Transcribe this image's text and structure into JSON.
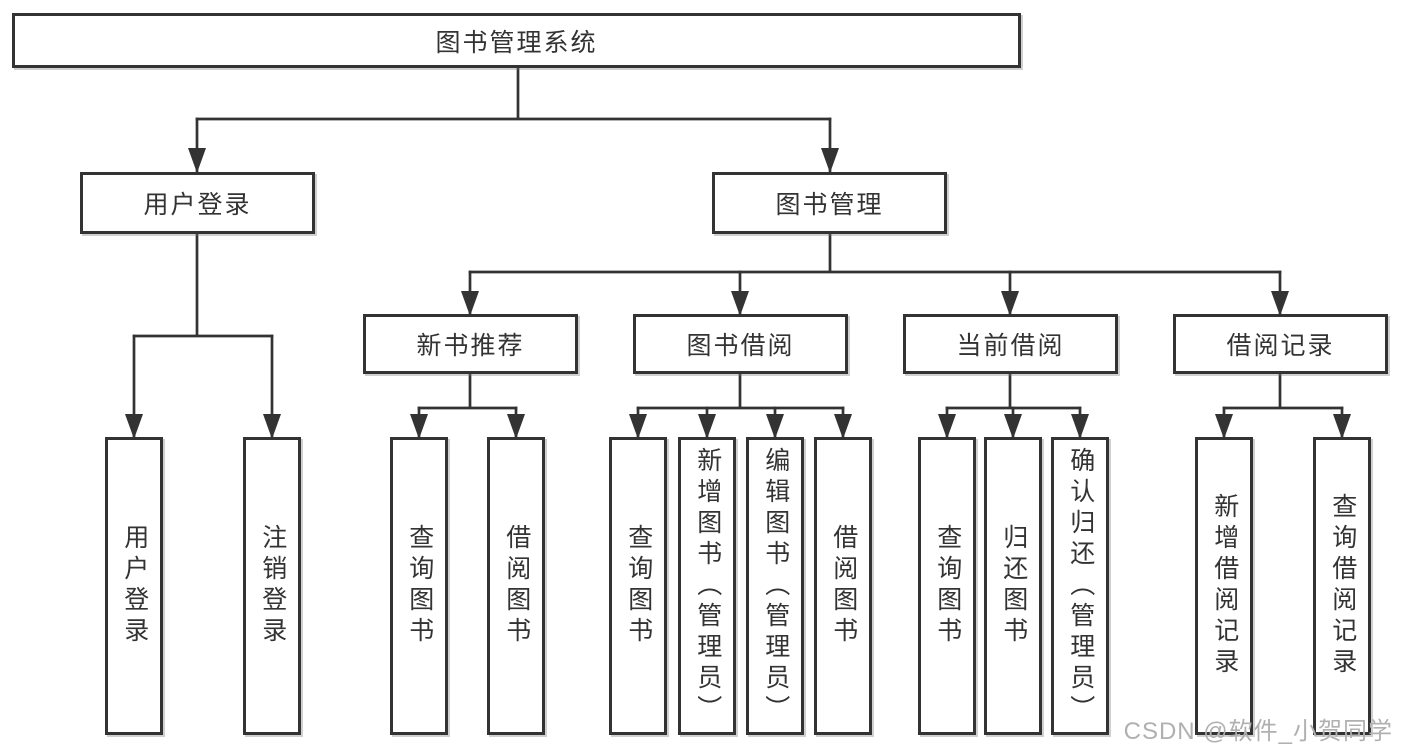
{
  "diagram": {
    "type": "tree",
    "colors": {
      "line": "#333333",
      "border": "#333333",
      "text": "#333333",
      "watermark": "#b0b0b0",
      "background": "#ffffff"
    },
    "watermark": "CSDN @软件_小贺同学",
    "nodes": {
      "root": "图书管理系统",
      "user_login": "用户登录",
      "book_mgmt": "图书管理",
      "new_book": "新书推荐",
      "book_borrow": "图书借阅",
      "current_borrow": "当前借阅",
      "borrow_record": "借阅记录",
      "leaf_user_login": "用户登录",
      "leaf_logout": "注销登录",
      "leaf_nb_query": "查询图书",
      "leaf_nb_borrow": "借阅图书",
      "leaf_bb_query": "查询图书",
      "leaf_bb_add": "新增图书（管理员）",
      "leaf_bb_edit": "编辑图书（管理员）",
      "leaf_bb_borrow": "借阅图书",
      "leaf_cb_query": "查询图书",
      "leaf_cb_return": "归还图书",
      "leaf_cb_confirm": "确认归还（管理员）",
      "leaf_br_add": "新增借阅记录",
      "leaf_br_query": "查询借阅记录"
    },
    "hierarchy": {
      "图书管理系统": {
        "用户登录": [
          "用户登录",
          "注销登录"
        ],
        "图书管理": {
          "新书推荐": [
            "查询图书",
            "借阅图书"
          ],
          "图书借阅": [
            "查询图书",
            "新增图书（管理员）",
            "编辑图书（管理员）",
            "借阅图书"
          ],
          "当前借阅": [
            "查询图书",
            "归还图书",
            "确认归还（管理员）"
          ],
          "借阅记录": [
            "新增借阅记录",
            "查询借阅记录"
          ]
        }
      }
    }
  }
}
